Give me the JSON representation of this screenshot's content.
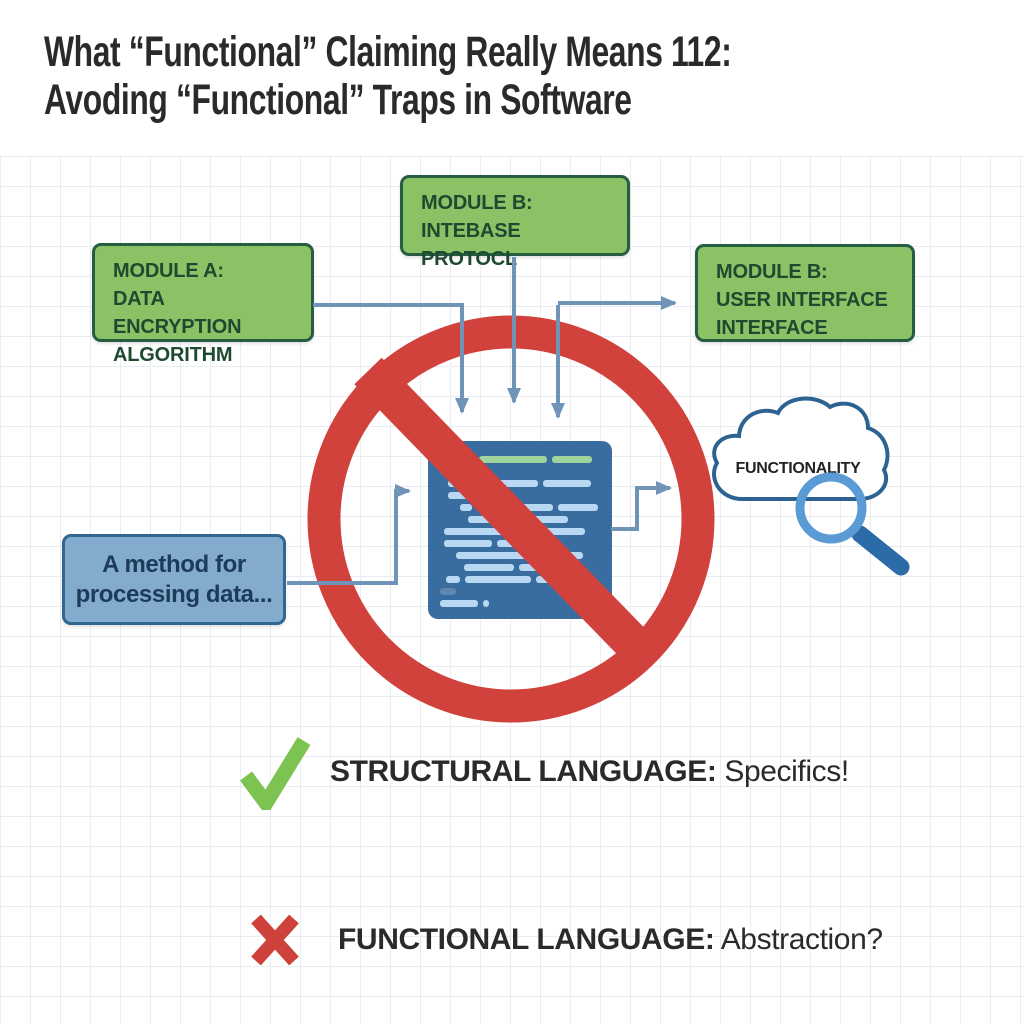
{
  "title": {
    "line1": "What “Functional” Claiming Really Means 112:",
    "line2": "Avoding “Functional” Traps in Software"
  },
  "modules": {
    "module_a": {
      "lines": [
        "MODULE A:",
        "DATA ENCRYPTION",
        "ALGORITHM"
      ]
    },
    "module_b_top": {
      "lines": [
        "MODULE B:",
        "INTEBASE PROTOCL"
      ]
    },
    "module_b_right": {
      "lines": [
        "MODULE B:",
        "USER INTERFACE",
        "INTERFACE"
      ]
    }
  },
  "claim_box": {
    "lines": [
      "A method for",
      "processing data..."
    ]
  },
  "cloud": {
    "label": "FUNCTIONALITY"
  },
  "verdicts": [
    {
      "icon": "check-icon",
      "bold": "STRUCTURAL LANGUAGE:",
      "rest": " Specifics!"
    },
    {
      "icon": "x-icon",
      "bold": "FUNCTIONAL LANGUAGE:",
      "rest": " Abstraction?"
    }
  ],
  "code_block": {
    "rows": [
      {
        "indent": 6,
        "segments": [
          {
            "w": 34,
            "c": "muted"
          },
          {
            "w": 68,
            "c": "green"
          },
          {
            "w": 40,
            "c": "green"
          }
        ]
      },
      {
        "indent": 6,
        "segments": [
          {
            "w": 48,
            "c": "muted"
          }
        ]
      },
      {
        "indent": 14,
        "segments": [
          {
            "w": 90,
            "c": "light"
          },
          {
            "w": 48,
            "c": "light"
          }
        ]
      },
      {
        "indent": 14,
        "segments": [
          {
            "w": 66,
            "c": "light"
          }
        ]
      },
      {
        "indent": 26,
        "segments": [
          {
            "w": 12,
            "c": "light"
          },
          {
            "w": 76,
            "c": "light"
          },
          {
            "w": 40,
            "c": "light"
          }
        ]
      },
      {
        "indent": 34,
        "segments": [
          {
            "w": 100,
            "c": "light"
          }
        ]
      },
      {
        "indent": 10,
        "segments": [
          {
            "w": 80,
            "c": "light"
          },
          {
            "w": 56,
            "c": "light"
          }
        ]
      },
      {
        "indent": 10,
        "segments": [
          {
            "w": 48,
            "c": "light"
          },
          {
            "w": 58,
            "c": "light"
          }
        ]
      },
      {
        "indent": 22,
        "segments": [
          {
            "w": 74,
            "c": "light"
          },
          {
            "w": 48,
            "c": "light"
          }
        ]
      },
      {
        "indent": 30,
        "segments": [
          {
            "w": 50,
            "c": "light"
          },
          {
            "w": 62,
            "c": "light"
          }
        ]
      },
      {
        "indent": 12,
        "segments": [
          {
            "w": 14,
            "c": "light"
          },
          {
            "w": 66,
            "c": "light"
          },
          {
            "w": 44,
            "c": "light"
          }
        ]
      },
      {
        "indent": 6,
        "segments": [
          {
            "w": 16,
            "c": "muted"
          }
        ]
      },
      {
        "indent": 6,
        "segments": [
          {
            "w": 38,
            "c": "light"
          },
          {
            "w": 6,
            "c": "light"
          }
        ]
      }
    ]
  },
  "colors": {
    "page_bg": "#ffffff",
    "grid_line": "#d8dee8",
    "text_dark": "#2a2a2a",
    "box_green": "#8cc266",
    "box_green_border": "#265c40",
    "box_green_text": "#1e4b2f",
    "box_blue": "#82abcd",
    "box_blue_border": "#30668f",
    "box_blue_text": "#1c3b5a",
    "code_bg": "#3a6d9f",
    "code_light": "#b9d8f3",
    "code_green": "#9fd49c",
    "code_muted": "#5e88b2",
    "arrow": "#7094b8",
    "ban_red": "#d2423c",
    "cloud_stroke": "#2c6393",
    "lens": "#5b9bd5",
    "lens_handle": "#2b6ca8",
    "check_green": "#7cc351",
    "cross_red": "#ce423b"
  }
}
